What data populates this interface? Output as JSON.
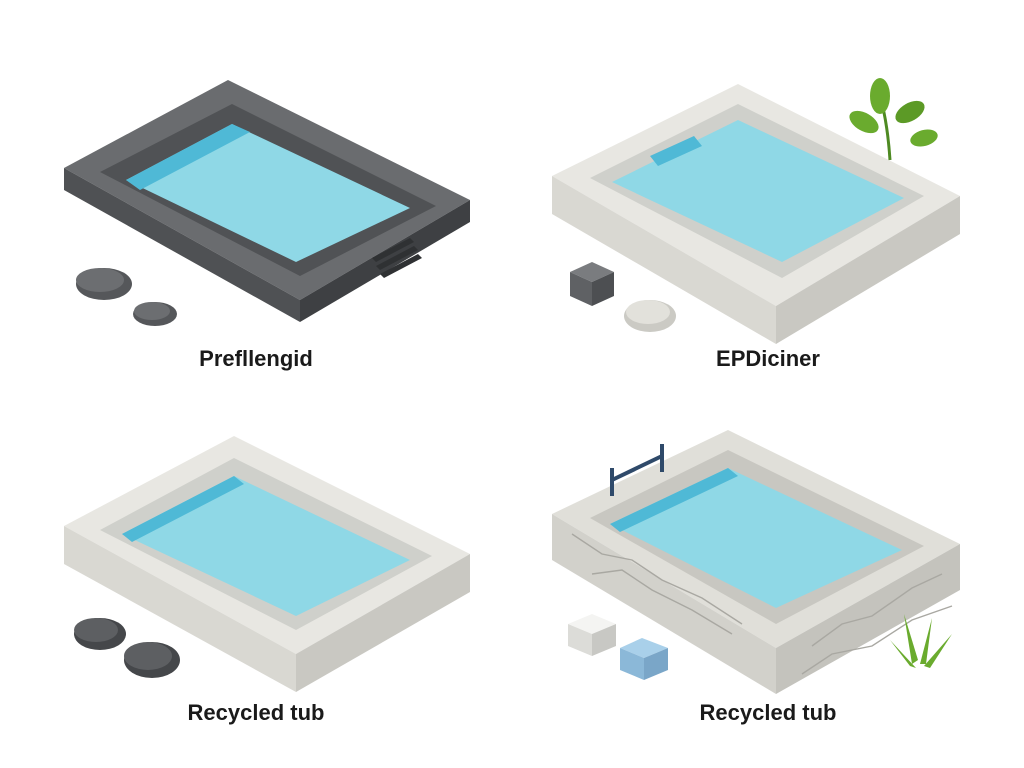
{
  "panels": [
    {
      "caption": "Prefllengid"
    },
    {
      "caption": "EPDiciner"
    },
    {
      "caption": "Recycled tub"
    },
    {
      "caption": "Recycled tub"
    }
  ],
  "colors": {
    "water": "#8fd8e6",
    "water_deep": "#4fb9d6",
    "dark_basin": "#5a5c5f",
    "concrete": "#e3e2dc",
    "stone": "#d6d5cf",
    "plant": "#6aab2e"
  },
  "icons": [
    "stepping-stone-icon",
    "plant-icon",
    "pool-ladder-icon",
    "storage-box-icon"
  ]
}
